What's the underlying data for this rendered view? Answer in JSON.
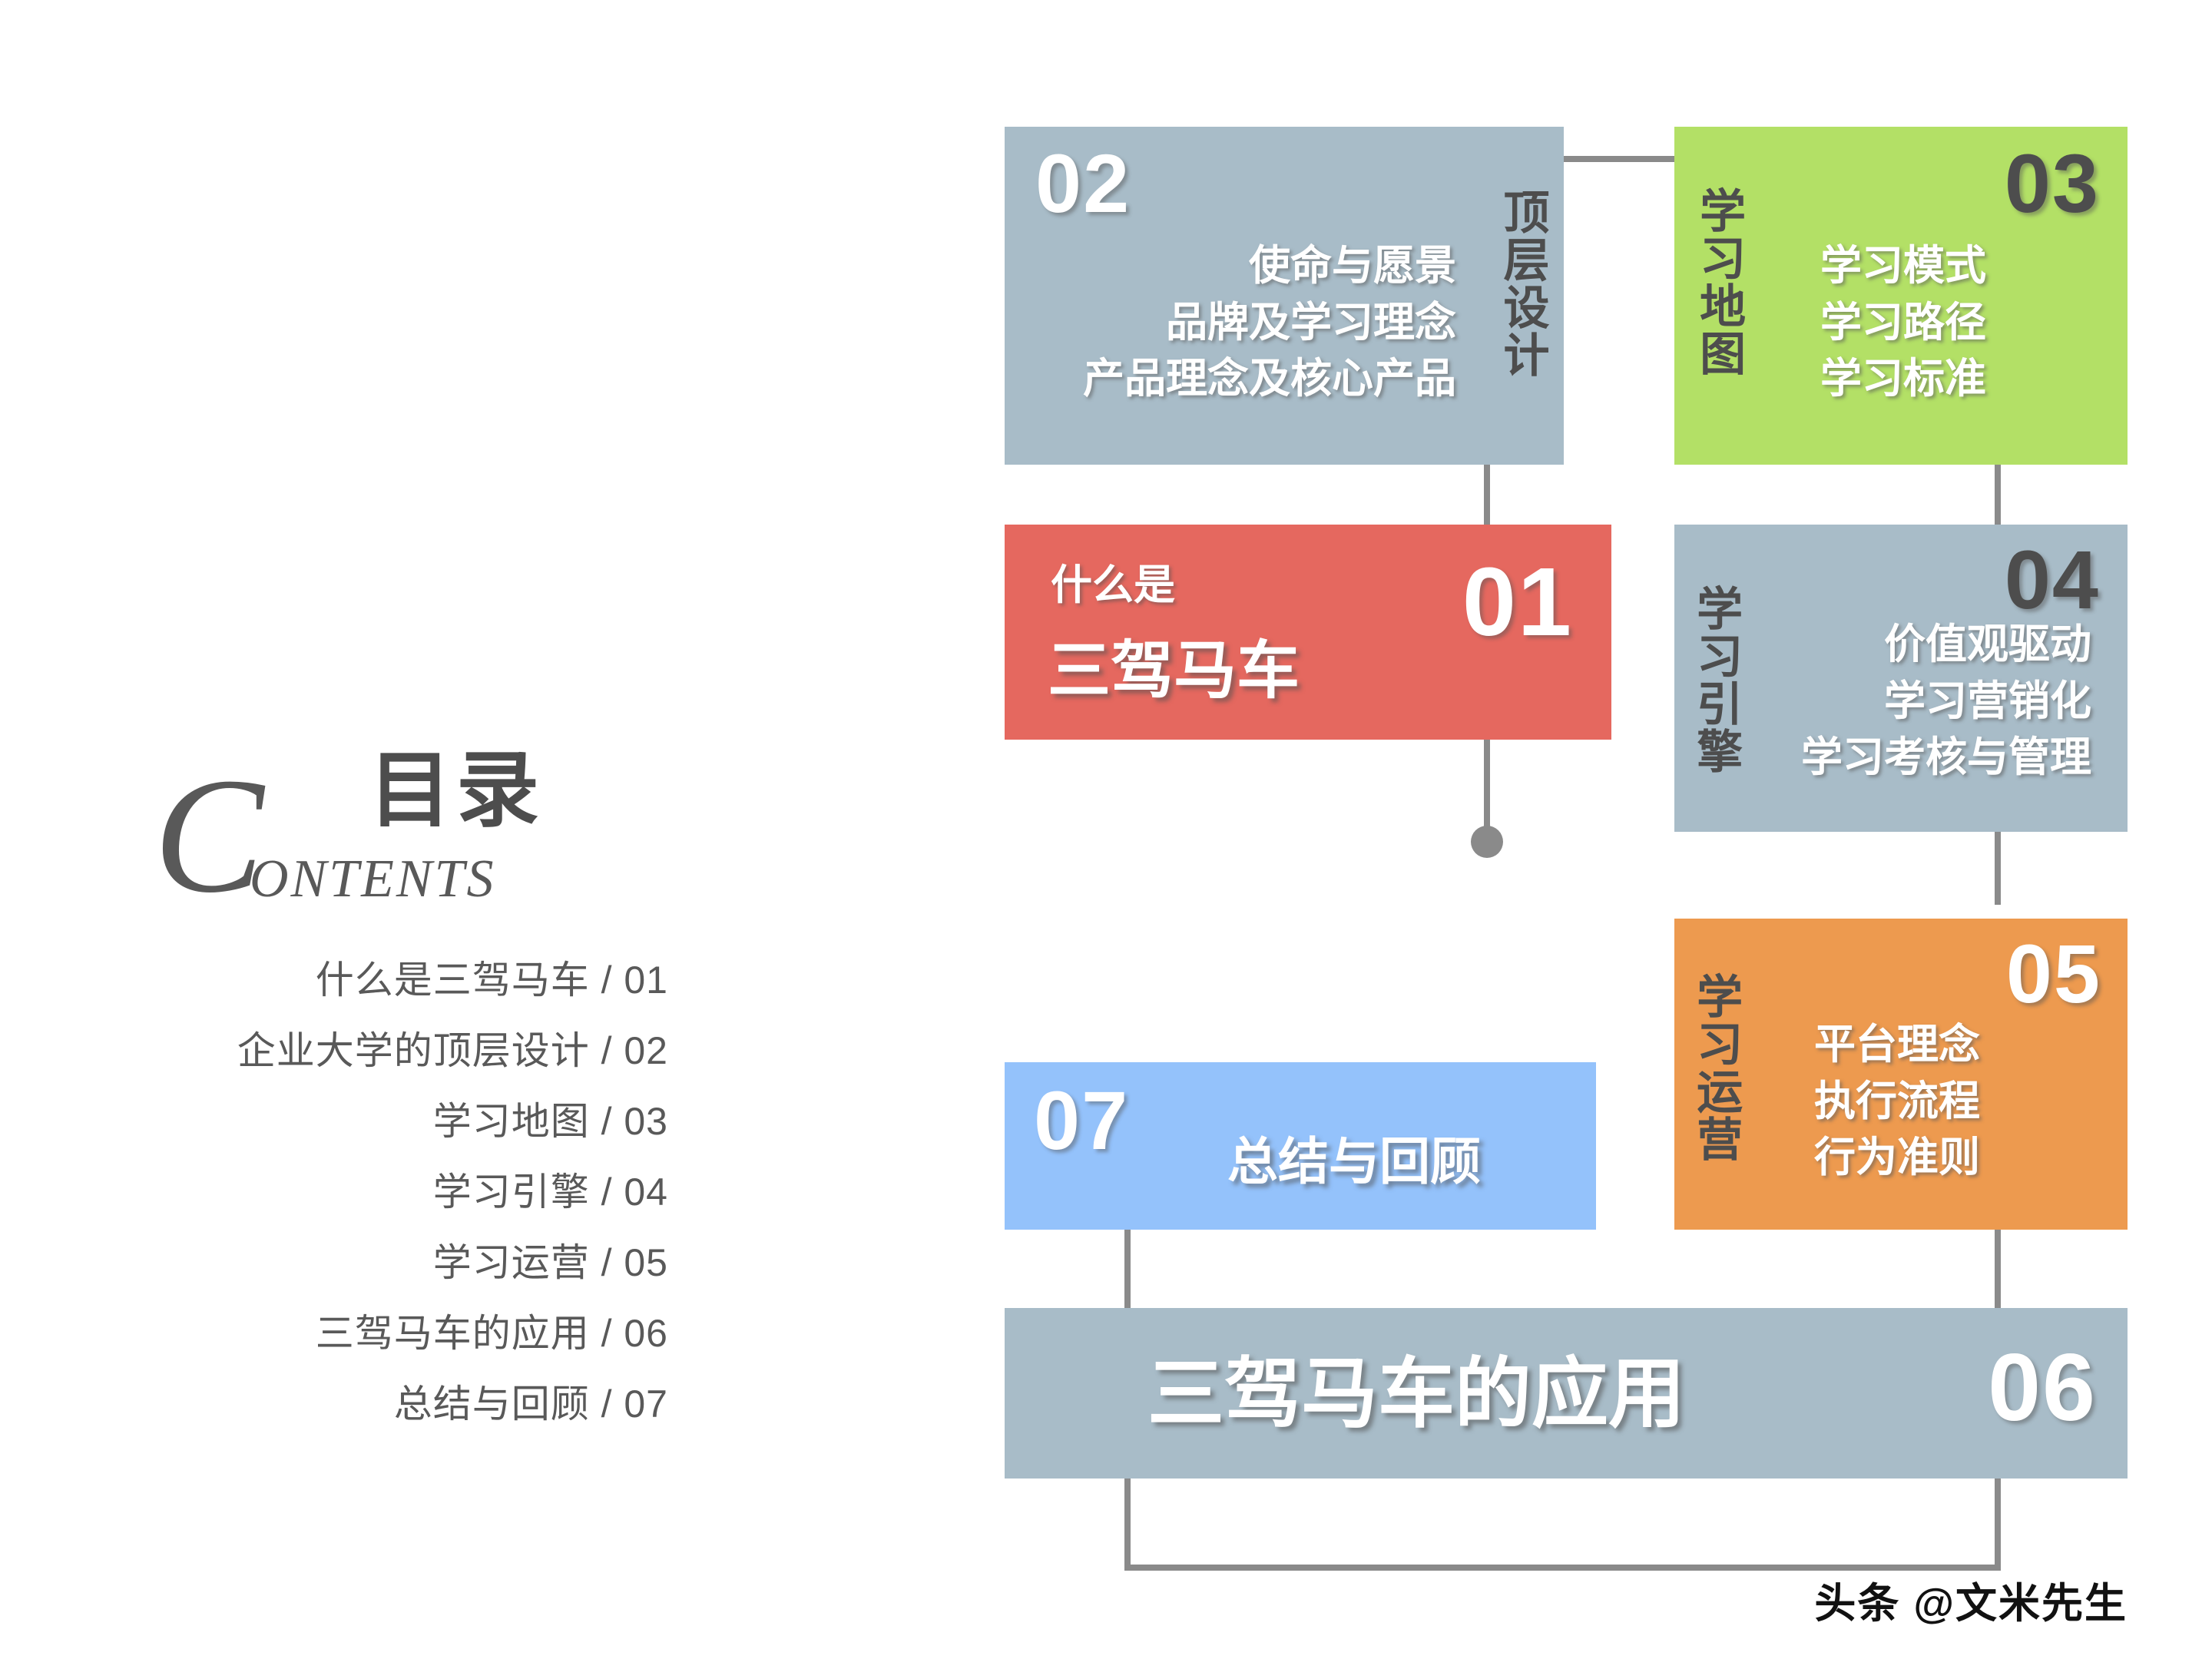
{
  "contents": {
    "initial": "C",
    "title_cn": "目录",
    "title_en": "ONTENTS",
    "items": [
      "什么是三驾马车 / 01",
      "企业大学的顶层设计 / 02",
      "学习地图 / 03",
      "学习引擎 / 04",
      "学习运营 / 05",
      "三驾马车的应用 / 06",
      "总结与回顾 / 07"
    ]
  },
  "cards": {
    "c01": {
      "number": "01",
      "pre_title": "什么是",
      "title": "三驾马车",
      "color": "#e5685f"
    },
    "c02": {
      "number": "02",
      "vertical_label": "顶层设计",
      "items": [
        "使命与愿景",
        "品牌及学习理念",
        "产品理念及核心产品"
      ],
      "color": "#a8bcc8"
    },
    "c03": {
      "number": "03",
      "vertical_label": "学习地图",
      "items": [
        "学习模式",
        "学习路径",
        "学习标准"
      ],
      "color": "#b3e066"
    },
    "c04": {
      "number": "04",
      "vertical_label": "学习引擎",
      "items": [
        "价值观驱动",
        "学习营销化",
        "学习考核与管理"
      ],
      "color": "#a8bcc8"
    },
    "c05": {
      "number": "05",
      "vertical_label": "学习运营",
      "items": [
        "平台理念",
        "执行流程",
        "行为准则"
      ],
      "color": "#ed9a4f"
    },
    "c06": {
      "number": "06",
      "title": "三驾马车的应用",
      "color": "#a8bcc8"
    },
    "c07": {
      "number": "07",
      "title": "总结与回顾",
      "color": "#94c2fb"
    }
  },
  "footer": {
    "watermark": "头条 @文米先生"
  },
  "colors": {
    "grayblue": "#a8bcc8",
    "green": "#b3e066",
    "red": "#e5685f",
    "orange": "#ed9a4f",
    "lightblue": "#94c2fb",
    "connector": "#8a8a8a",
    "text_dark": "#4d4d4d"
  }
}
